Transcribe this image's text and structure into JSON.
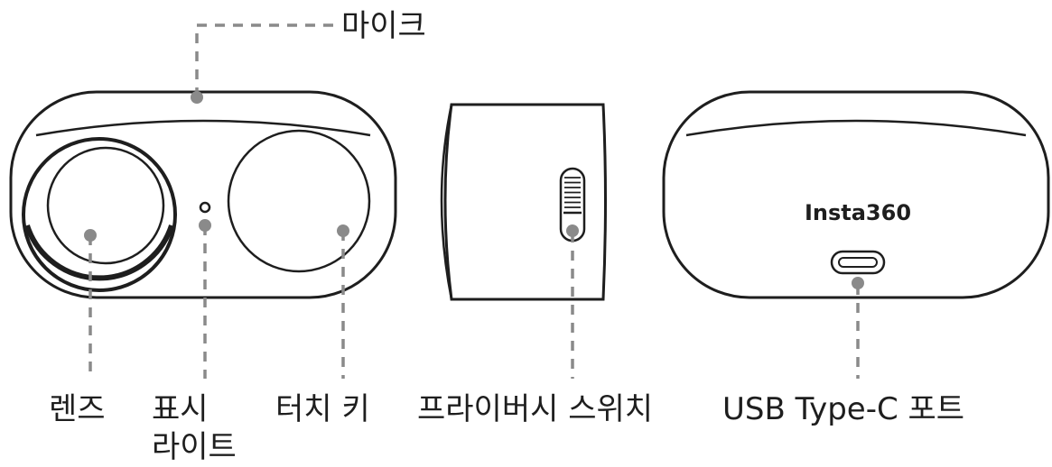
{
  "labels": {
    "mic": "마이크",
    "lens": "렌즈",
    "indicator_line1": "표시",
    "indicator_line2": "라이트",
    "touch_key": "터치 키",
    "privacy_switch": "프라이버시 스위치",
    "usb_port": "USB Type-C 포트"
  },
  "brand": {
    "logo_text": "Insta360"
  },
  "colors": {
    "outline": "#1e1e1e",
    "leader": "#8a8a8a",
    "background": "#ffffff"
  }
}
